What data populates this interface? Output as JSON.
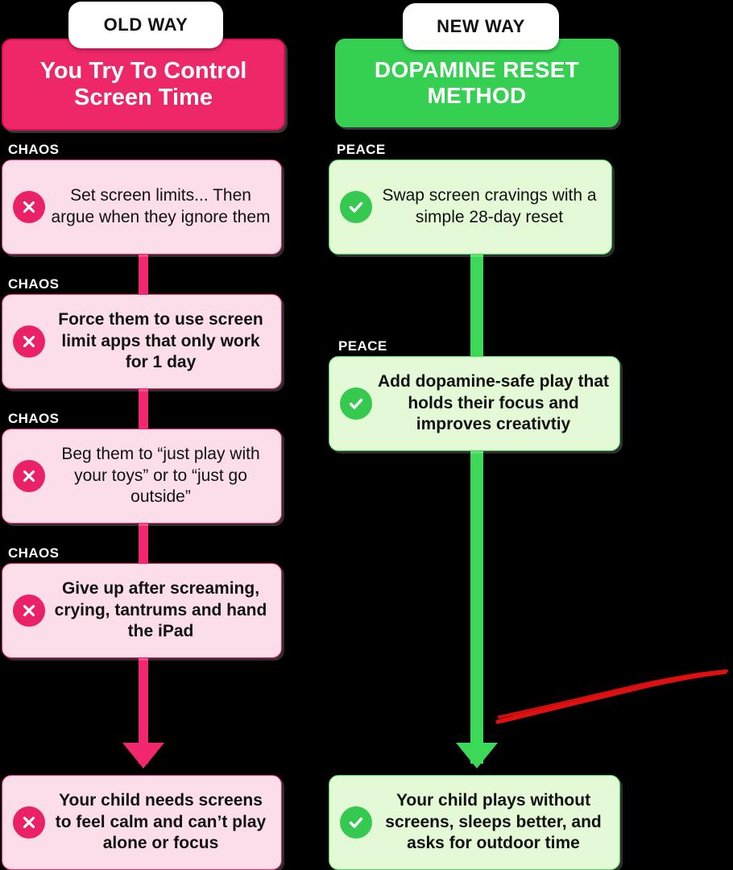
{
  "columns": {
    "left": {
      "badge_label": "OLD WAY",
      "header_title": "You Try To Control Screen Time",
      "tag_label": "CHAOS",
      "icon": "x-circle-icon",
      "accent_color": "#EE2768",
      "card_bg": "#FCDEEA",
      "steps": [
        {
          "tag": "CHAOS",
          "text": "Set screen limits... Then argue when they ignore them",
          "bold": false
        },
        {
          "tag": "CHAOS",
          "text": "Force them to use screen limit apps that only work for 1 day",
          "bold": true
        },
        {
          "tag": "CHAOS",
          "text": "Beg them to “just play with your toys” or to “just go outside”",
          "bold": false
        },
        {
          "tag": "CHAOS",
          "text": "Give up after screaming, crying, tantrums and hand the iPad",
          "bold": true
        }
      ],
      "outcome": {
        "text": "Your child needs screens to feel calm and can’t play alone or focus",
        "bold": true
      }
    },
    "right": {
      "badge_label": "NEW WAY",
      "header_title": "DOPAMINE RESET METHOD",
      "tag_label": "PEACE",
      "icon": "check-circle-icon",
      "accent_color": "#35CF51",
      "card_bg": "#E4FAD6",
      "steps": [
        {
          "tag": "PEACE",
          "text": "Swap screen cravings with a simple 28-day reset",
          "bold": false
        },
        {
          "tag": "PEACE",
          "text": "Add dopamine-safe play that holds their focus and improves creativtiy",
          "bold": true
        }
      ],
      "outcome": {
        "text": "Your child plays without screens, sleeps better, and asks for outdoor time",
        "bold": true
      }
    }
  },
  "annotation": {
    "name": "red-underline-stroke",
    "color": "#E01010"
  },
  "background_color": "#000000"
}
